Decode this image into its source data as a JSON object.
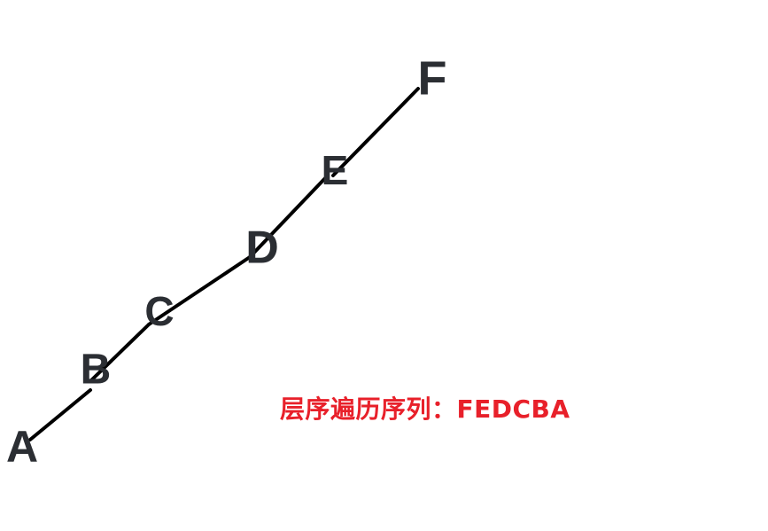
{
  "diagram": {
    "nodes": [
      {
        "id": "F",
        "label": "F"
      },
      {
        "id": "E",
        "label": "E"
      },
      {
        "id": "D",
        "label": "D"
      },
      {
        "id": "C",
        "label": "C"
      },
      {
        "id": "B",
        "label": "B"
      },
      {
        "id": "A",
        "label": "A"
      }
    ],
    "edges": [
      {
        "from": "F",
        "to": "E"
      },
      {
        "from": "E",
        "to": "D"
      },
      {
        "from": "D",
        "to": "C"
      },
      {
        "from": "C",
        "to": "B"
      },
      {
        "from": "B",
        "to": "A"
      }
    ],
    "caption": "层序遍历序列：FEDCBA",
    "colors": {
      "edge": "#000000",
      "node_text": "#2b2e33",
      "caption": "#e8202a"
    }
  }
}
